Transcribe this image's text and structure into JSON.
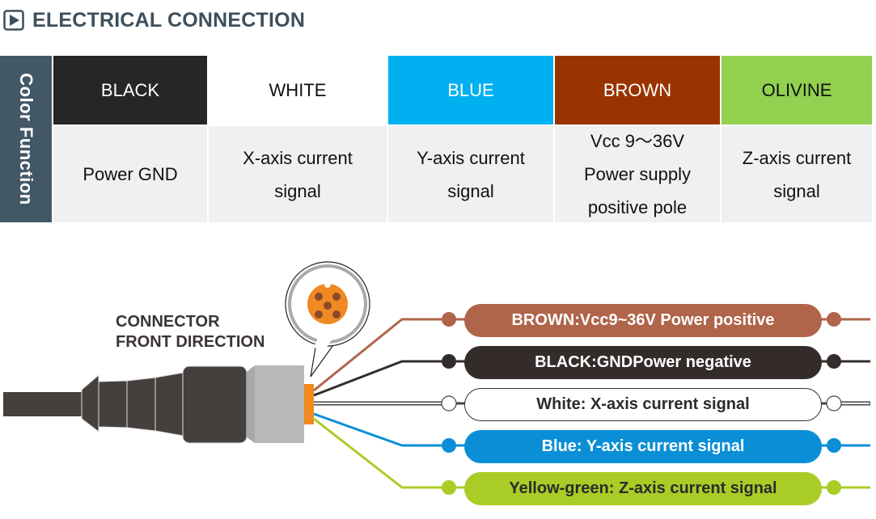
{
  "header": {
    "title": "ELECTRICAL CONNECTION",
    "icon": "play-icon"
  },
  "table": {
    "side_label": "Color Function",
    "columns": [
      {
        "color_name": "BLACK",
        "function": "Power GND",
        "bg": "#262626",
        "fg": "#ffffff"
      },
      {
        "color_name": "WHITE",
        "function": "X-axis current\nsignal",
        "bg": "#ffffff",
        "fg": "#111111"
      },
      {
        "color_name": "BLUE",
        "function": "Y-axis current\nsignal",
        "bg": "#00b0f0",
        "fg": "#ffffff"
      },
      {
        "color_name": "BROWN",
        "function": "Vcc 9～36V\nPower supply\npositive pole",
        "bg": "#993300",
        "fg": "#ffffff"
      },
      {
        "color_name": "OLIVINE",
        "function": "Z-axis current\nsignal",
        "bg": "#92d050",
        "fg": "#111111"
      }
    ]
  },
  "diagram": {
    "connector_label_line1": "CONNECTOR",
    "connector_label_line2": "FRONT DIRECTION",
    "wires": [
      {
        "label": "BROWN:Vcc9~36V Power positive",
        "color": "#b0644a",
        "text_color": "#ffffff",
        "hollow": false
      },
      {
        "label": "BLACK:GNDPower negative",
        "color": "#332c2b",
        "text_color": "#ffffff",
        "hollow": false
      },
      {
        "label": "White: X-axis current signal",
        "color": "#ffffff",
        "text_color": "#2b2b2b",
        "hollow": true
      },
      {
        "label": "Blue: Y-axis current signal",
        "color": "#0a8fd6",
        "text_color": "#ffffff",
        "hollow": false
      },
      {
        "label": "Yellow-green: Z-axis current signal",
        "color": "#a9cc26",
        "text_color": "#2b2b2b",
        "hollow": false
      }
    ]
  }
}
